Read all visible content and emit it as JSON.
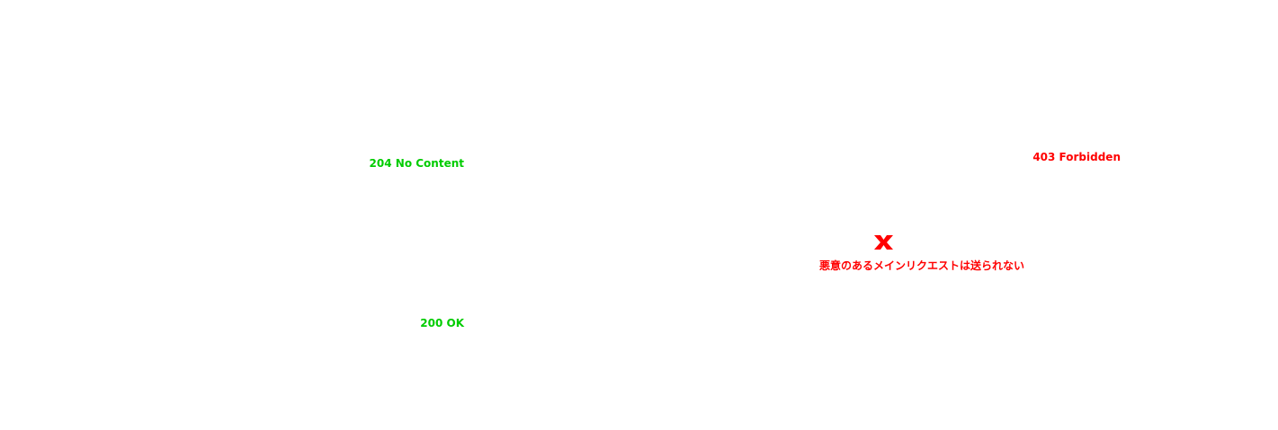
{
  "labels": {
    "status_204": "204 No Content",
    "status_200": "200 OK",
    "status_403": "403 Forbidden",
    "blocked_caption": "悪意のあるメインリクエストは送られない"
  },
  "icons": {
    "blocked": "cross-mark-icon"
  },
  "colors": {
    "success": "#00cc00",
    "error": "#ff0000",
    "background": "#ffffff"
  }
}
